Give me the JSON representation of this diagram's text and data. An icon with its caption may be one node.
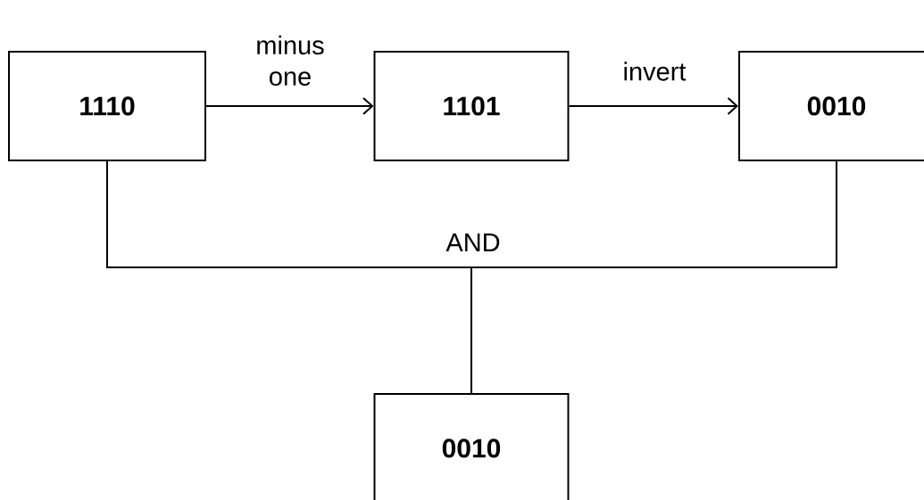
{
  "diagram": {
    "nodes": [
      {
        "text": [
          "1110"
        ]
      },
      {
        "text": [
          "1101"
        ]
      },
      {
        "text": [
          "0010"
        ]
      },
      {
        "text": [
          "0010"
        ]
      }
    ],
    "edges": [
      {
        "from": 0,
        "to": 1,
        "arrow": "to",
        "label": "minus one"
      },
      {
        "from": 1,
        "to": 2,
        "arrow": "to",
        "label": "invert"
      },
      {
        "from": 0,
        "to": 3,
        "arrow": "none"
      },
      {
        "from": 2,
        "to": 3,
        "arrow": "none"
      }
    ],
    "labels": [
      "AND"
    ]
  }
}
